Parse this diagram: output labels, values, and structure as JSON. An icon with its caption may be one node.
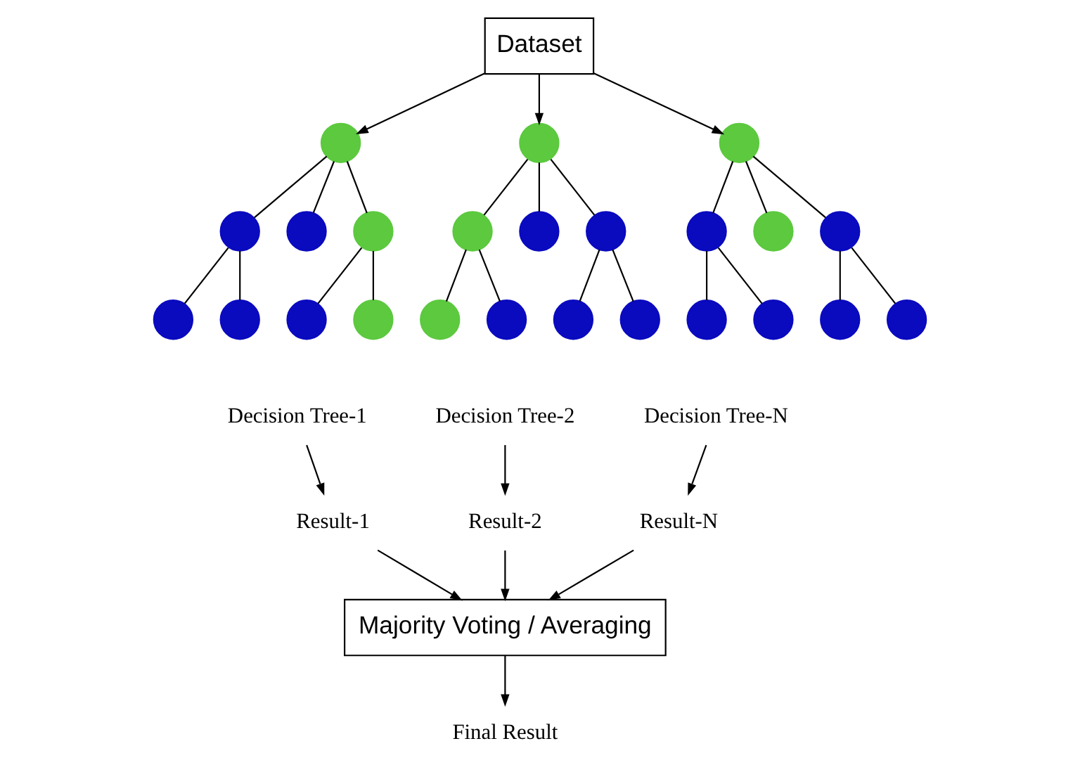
{
  "diagram": {
    "nodes": [
      {
        "text": [
          "Dataset"
        ]
      },
      {
        "text": [],
        "shape": "circle"
      },
      {
        "text": [],
        "shape": "circle"
      },
      {
        "text": [],
        "shape": "circle"
      },
      {
        "text": [],
        "shape": "circle"
      },
      {
        "text": [],
        "shape": "circle"
      },
      {
        "text": [],
        "shape": "circle"
      },
      {
        "text": [],
        "shape": "circle"
      },
      {
        "text": [],
        "shape": "circle"
      },
      {
        "text": [],
        "shape": "circle"
      },
      {
        "text": [],
        "shape": "circle"
      },
      {
        "text": [],
        "shape": "circle"
      },
      {
        "text": [],
        "shape": "circle"
      },
      {
        "text": [],
        "shape": "circle"
      },
      {
        "text": [],
        "shape": "circle"
      },
      {
        "text": [],
        "shape": "circle"
      },
      {
        "text": [],
        "shape": "circle"
      },
      {
        "text": [],
        "shape": "circle"
      },
      {
        "text": [],
        "shape": "circle"
      },
      {
        "text": [],
        "shape": "circle"
      },
      {
        "text": [],
        "shape": "circle"
      },
      {
        "text": [],
        "shape": "circle"
      },
      {
        "text": [],
        "shape": "circle"
      },
      {
        "text": [],
        "shape": "circle"
      },
      {
        "text": [],
        "shape": "circle"
      },
      {
        "text": [
          "Decision Tree-1"
        ]
      },
      {
        "text": [
          "Decision Tree-2"
        ]
      },
      {
        "text": [
          "Decision Tree-N"
        ]
      },
      {
        "text": [
          "Result-1"
        ]
      },
      {
        "text": [
          "Result-2"
        ]
      },
      {
        "text": [
          "Result-N"
        ]
      },
      {
        "text": [
          "Majority Voting / Averaging"
        ]
      },
      {
        "text": [
          "Final Result"
        ]
      }
    ],
    "edges": [
      {
        "from": 0,
        "to": 1,
        "arrow": "to"
      },
      {
        "from": 0,
        "to": 9,
        "arrow": "to"
      },
      {
        "from": 0,
        "to": 17,
        "arrow": "to"
      },
      {
        "from": 1,
        "to": 2,
        "arrow": "none"
      },
      {
        "from": 1,
        "to": 3,
        "arrow": "none"
      },
      {
        "from": 1,
        "to": 4,
        "arrow": "none"
      },
      {
        "from": 2,
        "to": 5,
        "arrow": "none"
      },
      {
        "from": 2,
        "to": 6,
        "arrow": "none"
      },
      {
        "from": 4,
        "to": 7,
        "arrow": "none"
      },
      {
        "from": 4,
        "to": 8,
        "arrow": "none"
      },
      {
        "from": 9,
        "to": 10,
        "arrow": "none"
      },
      {
        "from": 9,
        "to": 11,
        "arrow": "none"
      },
      {
        "from": 9,
        "to": 12,
        "arrow": "none"
      },
      {
        "from": 10,
        "to": 13,
        "arrow": "none"
      },
      {
        "from": 10,
        "to": 14,
        "arrow": "none"
      },
      {
        "from": 12,
        "to": 15,
        "arrow": "none"
      },
      {
        "from": 12,
        "to": 16,
        "arrow": "none"
      },
      {
        "from": 17,
        "to": 18,
        "arrow": "none"
      },
      {
        "from": 17,
        "to": 19,
        "arrow": "none"
      },
      {
        "from": 17,
        "to": 20,
        "arrow": "none"
      },
      {
        "from": 18,
        "to": 21,
        "arrow": "none"
      },
      {
        "from": 18,
        "to": 22,
        "arrow": "none"
      },
      {
        "from": 20,
        "to": 23,
        "arrow": "none"
      },
      {
        "from": 20,
        "to": 24,
        "arrow": "none"
      },
      {
        "from": 25,
        "to": 28,
        "arrow": "to"
      },
      {
        "from": 26,
        "to": 29,
        "arrow": "to"
      },
      {
        "from": 27,
        "to": 30,
        "arrow": "to"
      },
      {
        "from": 28,
        "to": 31,
        "arrow": "to"
      },
      {
        "from": 29,
        "to": 31,
        "arrow": "to"
      },
      {
        "from": 30,
        "to": 31,
        "arrow": "to"
      },
      {
        "from": 31,
        "to": 32,
        "arrow": "to"
      }
    ]
  }
}
